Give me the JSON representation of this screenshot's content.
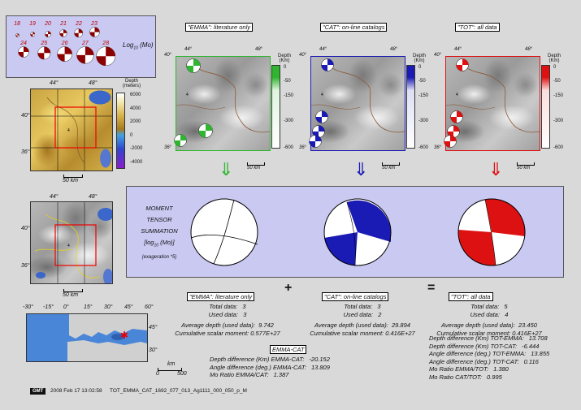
{
  "legend": {
    "top_values": [
      "18",
      "19",
      "20",
      "21",
      "22",
      "23"
    ],
    "bottom_values": [
      "24",
      "25",
      "26",
      "27",
      "28"
    ],
    "label_prefix": "Log",
    "label_sub": "10",
    "label_suffix": " (Mo)"
  },
  "topo_map": {
    "lon_ticks": [
      "44°",
      "48°"
    ],
    "lat_ticks": [
      "40°",
      "36°"
    ],
    "colorbar_title": "Depth (meters)",
    "colorbar_ticks": [
      "6000",
      "4000",
      "2000",
      "0",
      "-2000",
      "-4000"
    ],
    "scale": "50 km"
  },
  "gray_map": {
    "lon_ticks": [
      "44°",
      "48°"
    ],
    "lat_ticks": [
      "40°",
      "36°"
    ],
    "scale": "50 km"
  },
  "world_map": {
    "lon_ticks": [
      "-30°",
      "-15°",
      "0°",
      "15°",
      "30°",
      "45°",
      "60°"
    ],
    "lat_ticks": [
      "45°",
      "30°"
    ],
    "scale_unit": "km",
    "scale_ticks": [
      "0",
      "500"
    ]
  },
  "panels": [
    {
      "title": "\"EMMA\": literature only",
      "color": "#2fb52f",
      "light": "#dff5df",
      "lon_ticks": [
        "44°",
        "48°"
      ],
      "lat_ticks": [
        "40°",
        "36°"
      ],
      "depth_title": "Depth (Km)",
      "depth_ticks": [
        "0",
        "-50",
        "-150",
        "-300",
        "-600"
      ],
      "scale": "50 km"
    },
    {
      "title": "\"CAT\": on-line catalogs",
      "color": "#1a1ab4",
      "light": "#dedef5",
      "lon_ticks": [
        "44°",
        "48°"
      ],
      "lat_ticks": [
        "40°",
        "36°"
      ],
      "depth_title": "Depth (Km)",
      "depth_ticks": [
        "0",
        "-50",
        "-150",
        "-300",
        "-600"
      ],
      "scale": "50 km"
    },
    {
      "title": "\"TOT\": all data",
      "color": "#dd1111",
      "light": "#fadede",
      "lon_ticks": [
        "44°",
        "48°"
      ],
      "lat_ticks": [
        "40°",
        "36°"
      ],
      "depth_title": "Depth (Km)",
      "depth_ticks": [
        "0",
        "-50",
        "-150",
        "-300",
        "-600"
      ],
      "scale": "50 km"
    }
  ],
  "summation": {
    "line1": "MOMENT",
    "line2": "TENSOR",
    "line3": "SUMMATION",
    "line4_prefix": "[log",
    "line4_sub": "10",
    "line4_suffix": " (Mo)]",
    "line5": "(exageration *5)"
  },
  "operators": {
    "plus": "+",
    "equals": "="
  },
  "stats": [
    {
      "title": "\"EMMA\": literature only",
      "total_label": "Total data:",
      "total": "3",
      "used_label": "Used data:",
      "used": "3",
      "avg_label": "Average depth (used data):",
      "avg": "9.742",
      "moment_label": "Cumulative scalar moment:",
      "moment": "0.577E+27"
    },
    {
      "title": "\"CAT\": on-line catalogs",
      "total_label": "Total data:",
      "total": "3",
      "used_label": "Used data:",
      "used": "2",
      "avg_label": "Average depth (used data):",
      "avg": "29.894",
      "moment_label": "Cumulative scalar moment:",
      "moment": "0.416E+27"
    },
    {
      "title": "\"TOT\": all data",
      "total_label": "Total data:",
      "total": "5",
      "used_label": "Used data:",
      "used": "4",
      "avg_label": "Average depth (used data):",
      "avg": "23.450",
      "moment_label": "Cumulative scalar moment:",
      "moment": "0.416E+27"
    }
  ],
  "emma_cat": {
    "title": "EMMA-CAT",
    "rows": [
      {
        "label": "Depth difference (Km) EMMA-CAT:",
        "value": "-20.152"
      },
      {
        "label": "Angle difference (deg.) EMMA-CAT:",
        "value": "13.809"
      },
      {
        "label": "Mo Ratio EMMA/CAT:",
        "value": "1.387"
      }
    ]
  },
  "tot_diffs": [
    {
      "label": "Depth difference (Km) TOT-EMMA:",
      "value": "13.708"
    },
    {
      "label": "Depth difference (Km) TOT-CAT:",
      "value": "-6.444"
    },
    {
      "label": "Angle difference (deg.) TOT-EMMA:",
      "value": "13.855"
    },
    {
      "label": "Angle difference (deg.) TOT-CAT:",
      "value": "0.116"
    },
    {
      "label": "Mo Ratio EMMA/TOT:",
      "value": "1.380"
    },
    {
      "label": "Mo Ratio CAT/TOT:",
      "value": "0.995"
    }
  ],
  "footer": {
    "logo": "GMT",
    "timestamp": "2008 Feb 17 13:02:58",
    "filename": "TOT_EMMA_CAT_1692_077_013_Ag1111_000_050_p_M"
  }
}
